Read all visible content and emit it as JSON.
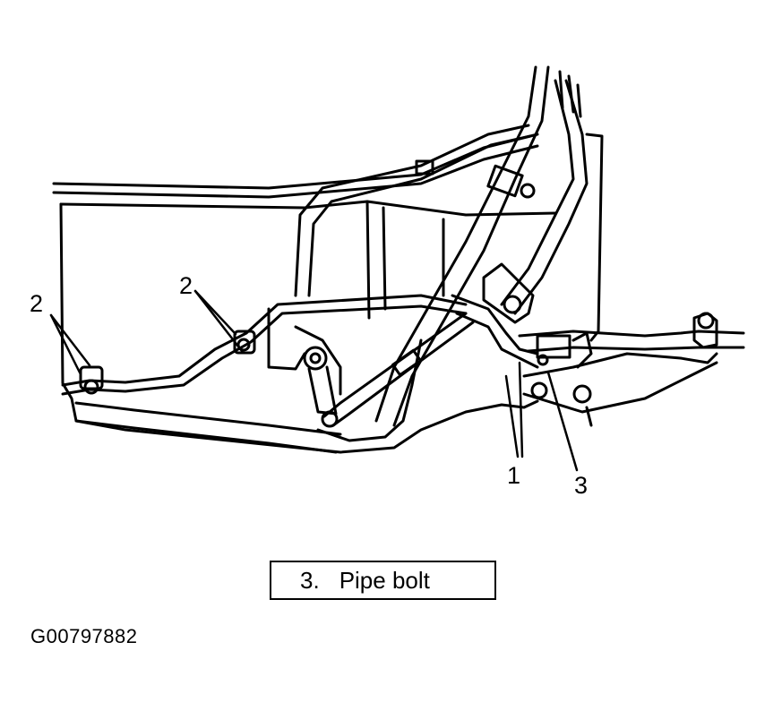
{
  "callouts": {
    "left_2": "2",
    "mid_2": "2",
    "label_1": "1",
    "label_3": "3"
  },
  "legend": {
    "number": "3.",
    "text": "Pipe bolt"
  },
  "figure_id": "G00797882",
  "colors": {
    "line": "#000000",
    "background": "#ffffff"
  }
}
